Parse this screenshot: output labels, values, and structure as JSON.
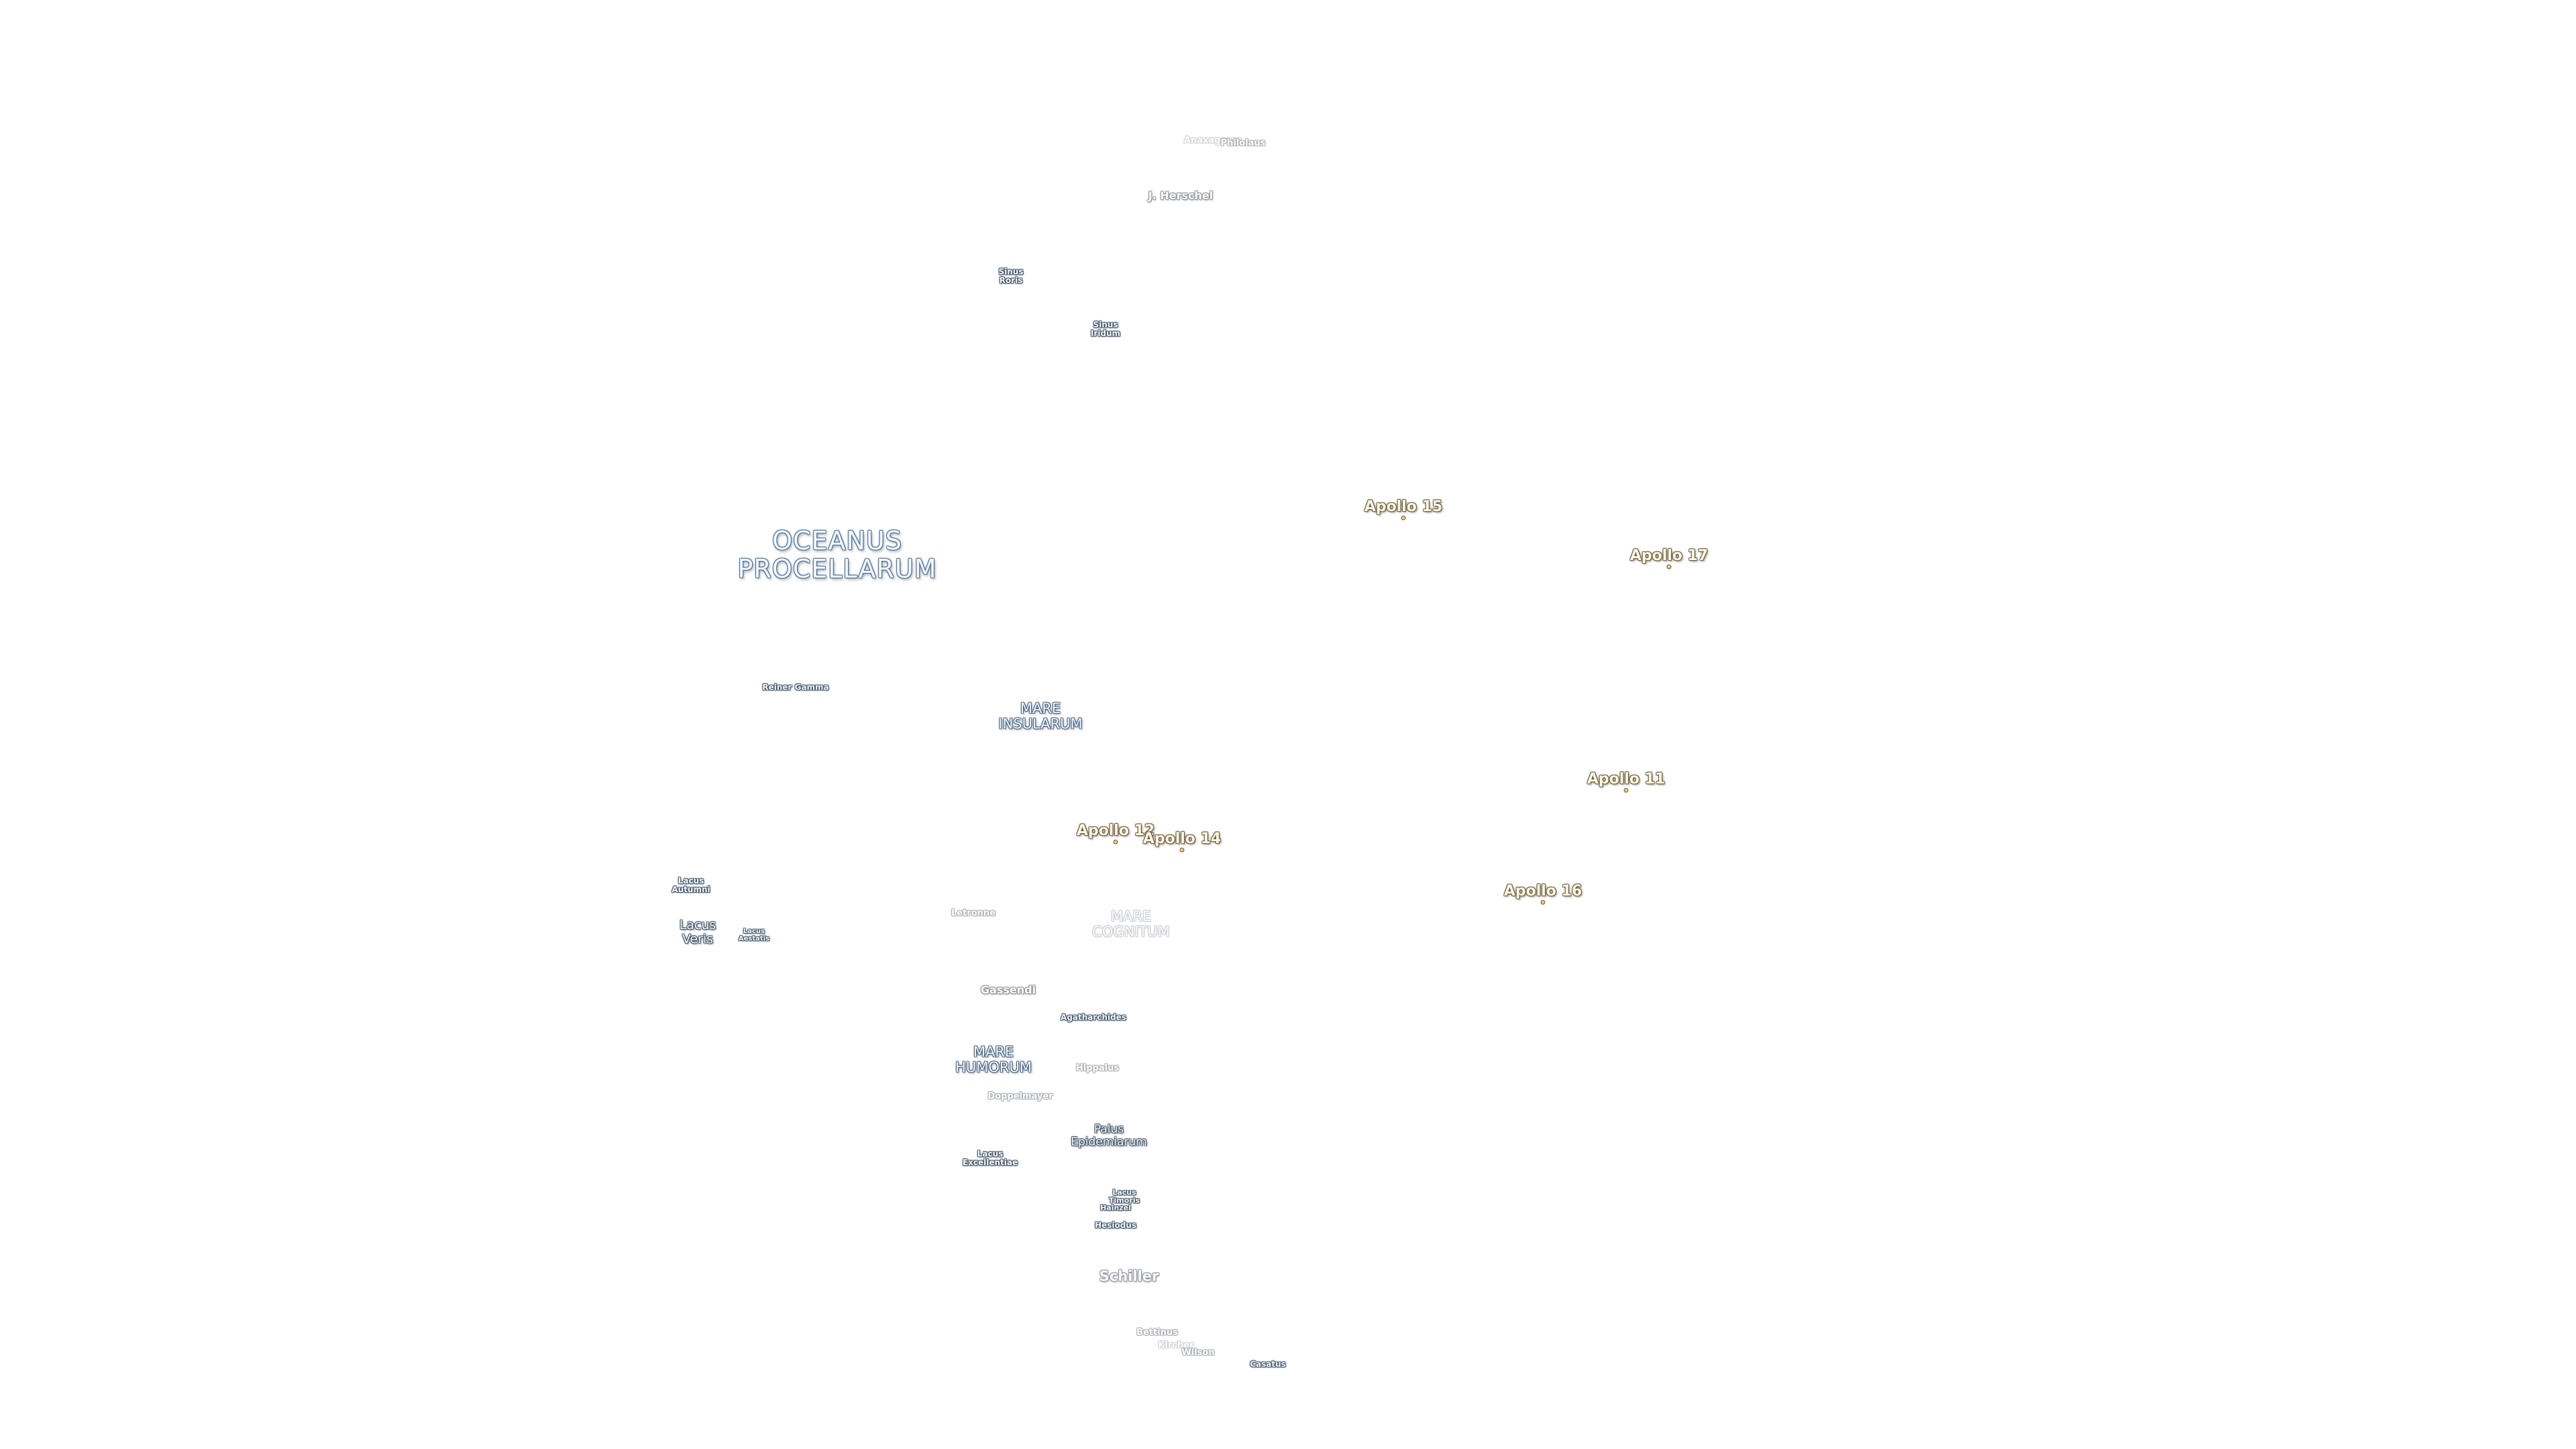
{
  "labels": {
    "anaxagoras": "Anaxagoras",
    "philolaus": "Philolaus",
    "j_herschel": "J. Herschel",
    "sinus_roris": "Sinus\nRoris",
    "sinus_iridum": "Sinus\nIridum",
    "oceanus_procellarum": "OCEANUS\nPROCELLARUM",
    "reiner_gamma": "Reiner Gamma",
    "mare_insularum": "MARE\nINSULARUM",
    "lacus_autumni": "Lacus\nAutumni",
    "lacus_veris": "Lacus\nVeris",
    "lacus_aestatis": "Lacus\nAestatis",
    "letronne": "Letronne",
    "mare_cognitum": "MARE\nCOGNITUM",
    "gassendi": "Gassendi",
    "agatharchides": "Agatharchides",
    "mare_humorum": "MARE\nHUMORUM",
    "hippalus": "Hippalus",
    "doppelmayer": "Doppelmayer",
    "palus_epidemiarum": "Palus\nEpidemiarum",
    "lacus_excellentiae": "Lacus\nExcellentiae",
    "lacus_timoris": "Lacus\nTimoris",
    "hainzel": "Hainzel",
    "hesiodus": "Hesiodus",
    "schiller": "Schiller",
    "bettinus": "Bettinus",
    "kircher": "Kircher",
    "wilson": "Wilson",
    "casatus": "Casatus",
    "apollo_15": "Apollo 15",
    "apollo_17": "Apollo 17",
    "apollo_11": "Apollo 11",
    "apollo_12": "Apollo 12",
    "apollo_14": "Apollo 14",
    "apollo_16": "Apollo 16"
  }
}
